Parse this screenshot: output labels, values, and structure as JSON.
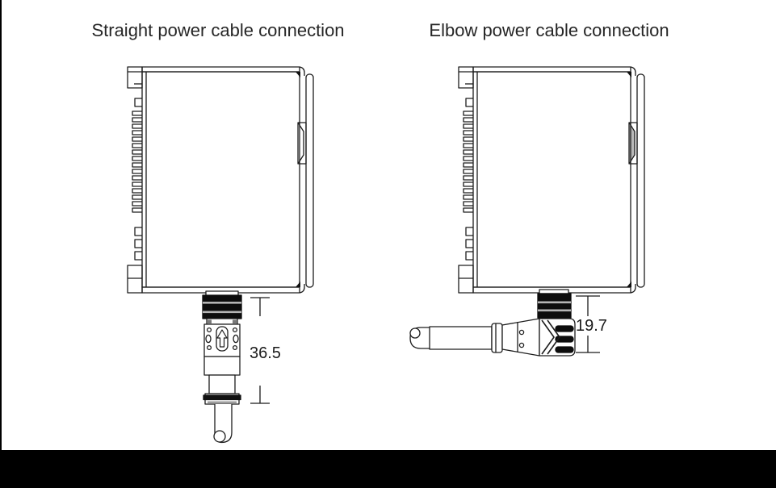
{
  "page": {
    "background_color": "#ffffff",
    "footer_bar_color": "#000000",
    "left_edge_line_color": "#000000"
  },
  "colors": {
    "outline": "#1d1d1d",
    "connector_black": "#0d0d0d",
    "nut_separator_gray": "#b5b5b5",
    "title_text": "#262626",
    "dimension_text": "#1a1a1a"
  },
  "panels": [
    {
      "title": "Straight power cable connection",
      "dimension_value": "36.5"
    },
    {
      "title": "Elbow power cable connection",
      "dimension_value": "19.7"
    }
  ]
}
